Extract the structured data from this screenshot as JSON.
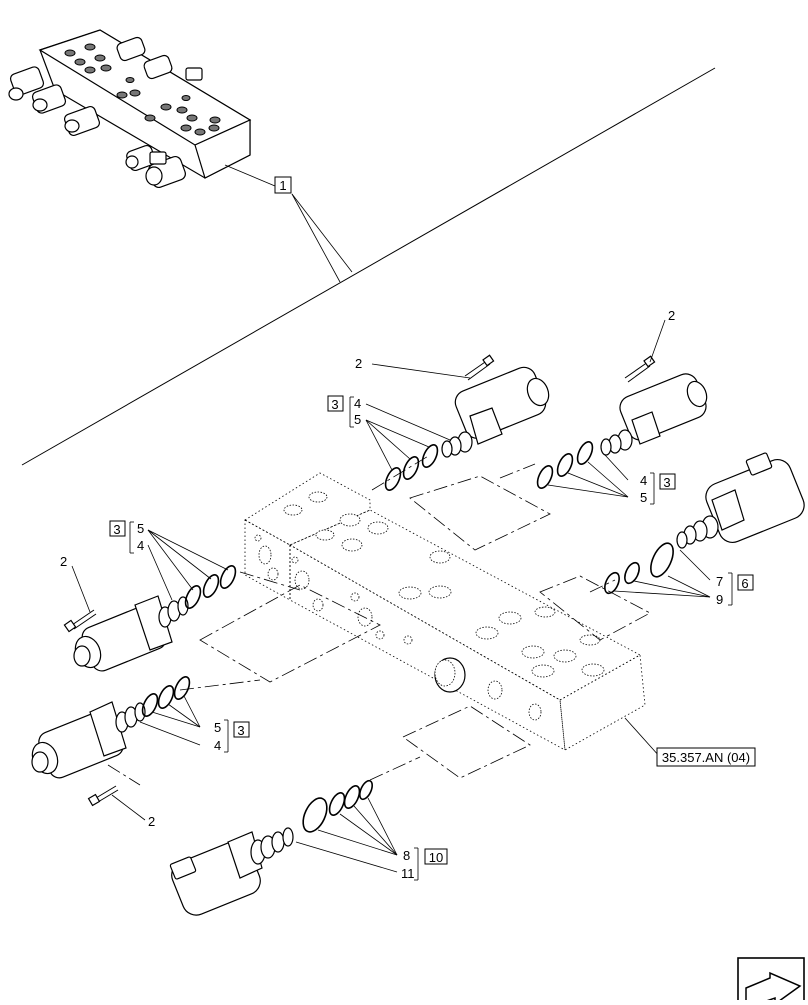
{
  "callouts": {
    "c1": "1",
    "c2a": "2",
    "c2b": "2",
    "c2c": "2",
    "c2d": "2",
    "c3a": "3",
    "c3b": "3",
    "c3c": "3",
    "c3d": "3",
    "c4a": "4",
    "c4b": "4",
    "c4c": "4",
    "c4d": "4",
    "c5a": "5",
    "c5b": "5",
    "c5c": "5",
    "c5d": "5",
    "c6": "6",
    "c7": "7",
    "c8": "8",
    "c9": "9",
    "c10": "10",
    "c11": "11"
  },
  "reference": "35.357.AN (04)",
  "nav_icon": "arrow-icon"
}
